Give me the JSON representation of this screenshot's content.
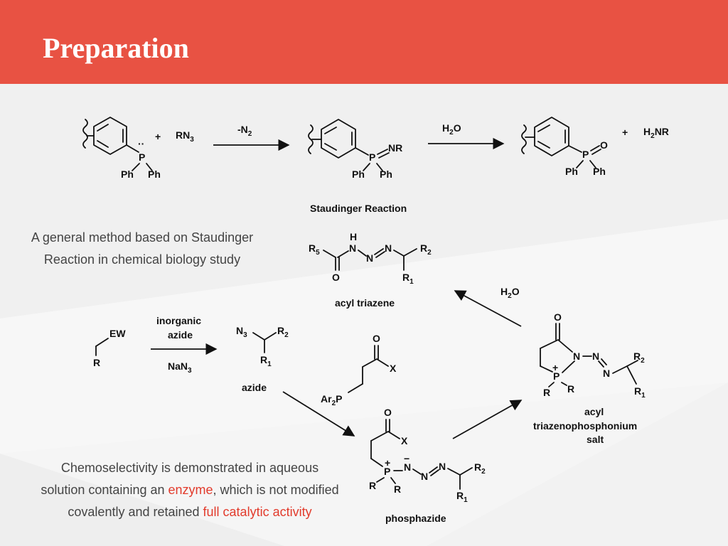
{
  "slide": {
    "title": "Preparation"
  },
  "colors": {
    "header": "#e85243",
    "highlight": "#e23b2c",
    "text": "#444444"
  },
  "staudinger": {
    "plus1": "+",
    "reagent": "RN",
    "reagent_sub": "3",
    "arrow1_label": "-N",
    "arrow1_sub": "2",
    "imine": "NR",
    "arrow2_label_pre": "H",
    "arrow2_sub": "2",
    "arrow2_label_post": "O",
    "plus2": "+",
    "byproduct_pre": "H",
    "byproduct_sub": "2",
    "byproduct_post": "NR",
    "caption": "Staudinger Reaction"
  },
  "atoms": {
    "P": "P",
    "Ph": "Ph",
    "O": "O",
    "N": "N",
    "H": "H",
    "R": "R",
    "X": "X",
    "EW": "EW",
    "Ar": "Ar",
    "plus": "+",
    "minus": "−",
    "dots": "··"
  },
  "labels": {
    "acyl_triazene": "acyl triazene",
    "azide": "azide",
    "phosphazide": "phosphazide",
    "acyl_salt_l1": "acyl",
    "acyl_salt_l2": "triazenophosphonium",
    "acyl_salt_l3": "salt",
    "inorganic_l1": "inorganic",
    "inorganic_l2": "azide",
    "nan3_pre": "NaN",
    "nan3_sub": "3",
    "water_pre": "H",
    "water_sub": "2",
    "water_post": "O",
    "sub1": "1",
    "sub2": "2",
    "sub3": "3",
    "sub5": "5"
  },
  "text": {
    "method_l1": "A general method based on Staudinger",
    "method_l2": "Reaction in chemical biology study",
    "chemo_l1": "Chemoselectivity is demonstrated in aqueous",
    "chemo_l2_pre": "solution containing an ",
    "chemo_l2_hl": "enzyme",
    "chemo_l2_post": ", which is not modified",
    "chemo_l3_pre": "covalently and retained ",
    "chemo_l3_hl": "full catalytic activity"
  }
}
